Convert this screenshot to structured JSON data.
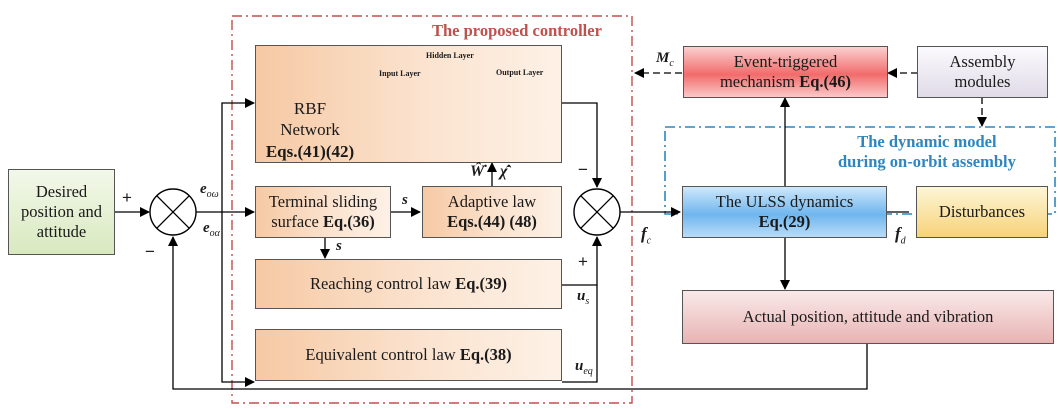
{
  "controller_region": {
    "title": "The proposed controller",
    "border_color": "#c0504d"
  },
  "dynamic_region": {
    "title_line1": "The dynamic model",
    "title_line2": "during on-orbit assembly",
    "border_color": "#2e86c1"
  },
  "blocks": {
    "desired": {
      "line1": "Desired",
      "line2": "position and",
      "line3": "attitude"
    },
    "rbf": {
      "line1": "RBF",
      "line2": "Network",
      "eq": "Eqs.(41)(42)"
    },
    "nn": {
      "input_label": "Input Layer",
      "hidden_label": "Hidden Layer",
      "output_label": "Output Layer",
      "node_color": "#6fb33a"
    },
    "sliding": {
      "line1": "Terminal sliding",
      "line2_text": "surface ",
      "eq": "Eq.(36)"
    },
    "adaptive": {
      "line1": "Adaptive law",
      "eq": "Eqs.(44) (48)"
    },
    "reaching": {
      "text": "Reaching control law ",
      "eq": "Eq.(39)"
    },
    "equivalent": {
      "text": "Equivalent control law ",
      "eq": "Eq.(38)"
    },
    "event": {
      "line1": "Event-triggered",
      "line2_text": "mechanism ",
      "eq": "Eq.(46)"
    },
    "assembly": {
      "line1": "Assembly",
      "line2": "modules"
    },
    "ulss": {
      "line1": "The ULSS dynamics",
      "eq": "Eq.(29)"
    },
    "disturbances": {
      "text": "Disturbances"
    },
    "actual": {
      "text": "Actual position, attitude and vibration"
    }
  },
  "signals": {
    "e_omega": {
      "base": "e",
      "sub": "oω"
    },
    "e_alpha": {
      "base": "e",
      "sub": "oα"
    },
    "s1": "s",
    "s2": "s",
    "w_hat_dot": "Ŵ̇",
    "chi_hat_dot": "χ̂̇",
    "u_s": {
      "base": "u",
      "sub": "s"
    },
    "u_eq": {
      "base": "u",
      "sub": "eq"
    },
    "f_c": {
      "base": "f",
      "sub": "c"
    },
    "f_d": {
      "base": "f",
      "sub": "d"
    },
    "M_c": {
      "base": "M",
      "sub": "c"
    }
  },
  "signs": {
    "sum1_plus": "+",
    "sum1_minus": "−",
    "sum2_minus": "−",
    "sum2_plus": "+"
  }
}
